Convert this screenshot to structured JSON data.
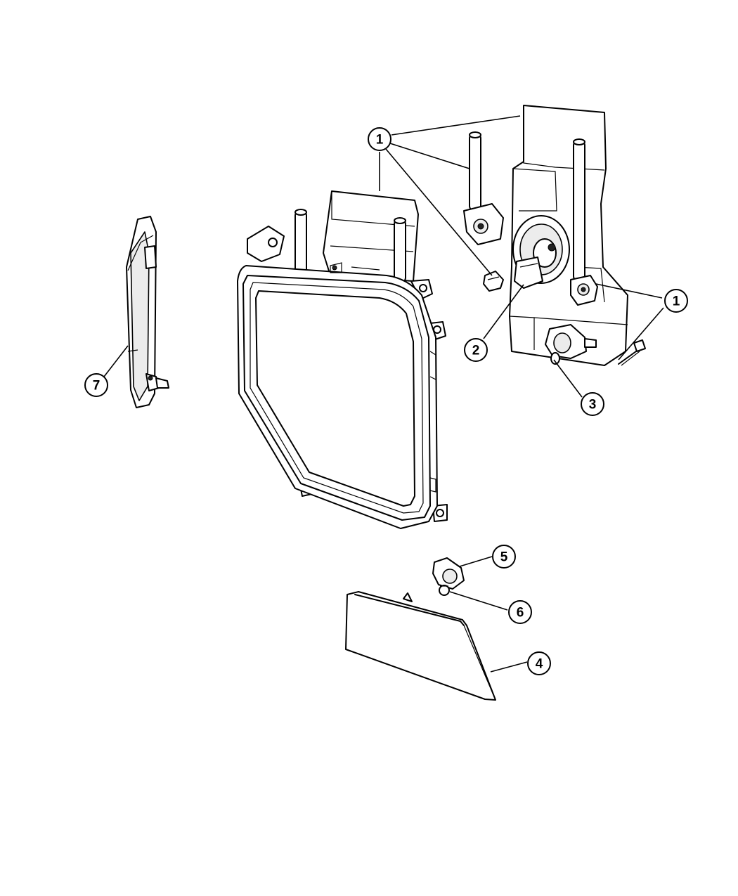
{
  "diagram": {
    "callouts": [
      {
        "id": "c1a",
        "label": "1"
      },
      {
        "id": "c1b",
        "label": "1"
      },
      {
        "id": "c2",
        "label": "2"
      },
      {
        "id": "c3",
        "label": "3"
      },
      {
        "id": "c4",
        "label": "4"
      },
      {
        "id": "c5",
        "label": "5"
      },
      {
        "id": "c6",
        "label": "6"
      },
      {
        "id": "c7",
        "label": "7"
      }
    ]
  }
}
